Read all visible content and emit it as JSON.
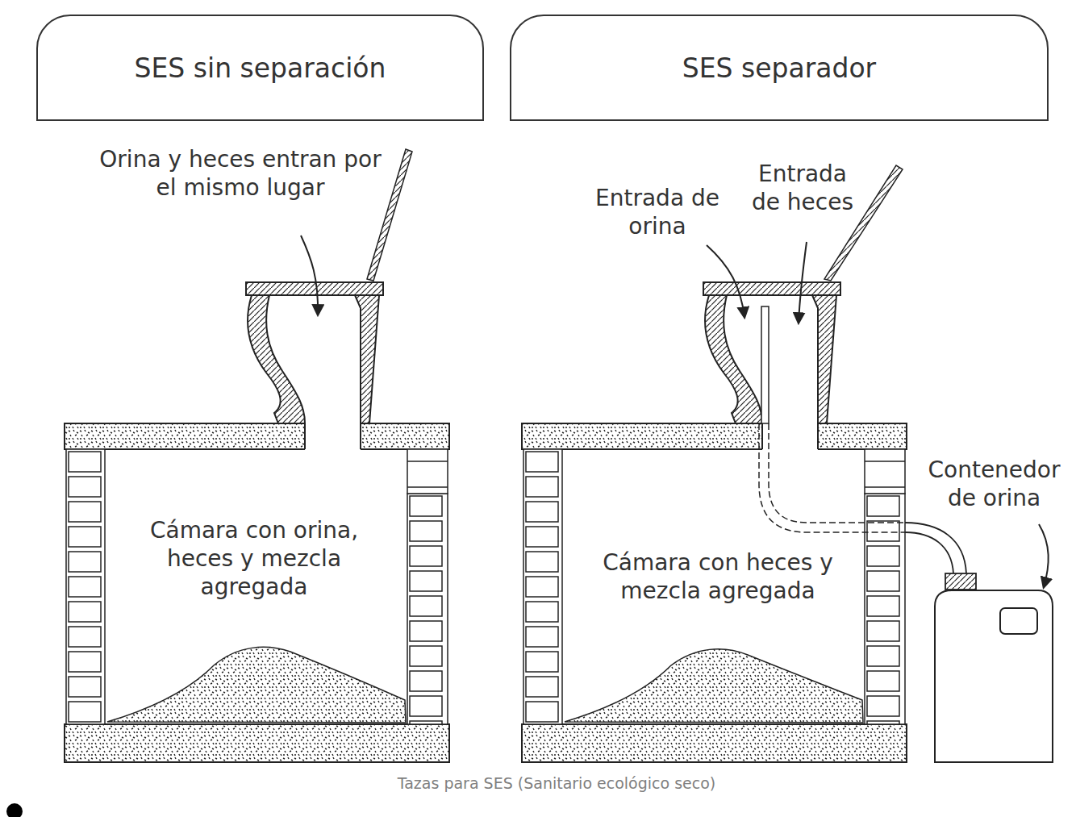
{
  "diagram": {
    "caption": "Tazas para SES (Sanitario ecológico seco)",
    "nodes": [
      {
        "text": [
          "SES sin separación"
        ]
      },
      {
        "text": [
          "SES separador"
        ]
      }
    ],
    "labels": [
      "Orina y heces entran por el mismo lugar",
      "Cámara con orina, heces y mezcla agregada",
      "Entrada de orina",
      "Entrada de heces",
      "Cámara con heces y mezcla agregada",
      "Contenedor de orina"
    ]
  }
}
